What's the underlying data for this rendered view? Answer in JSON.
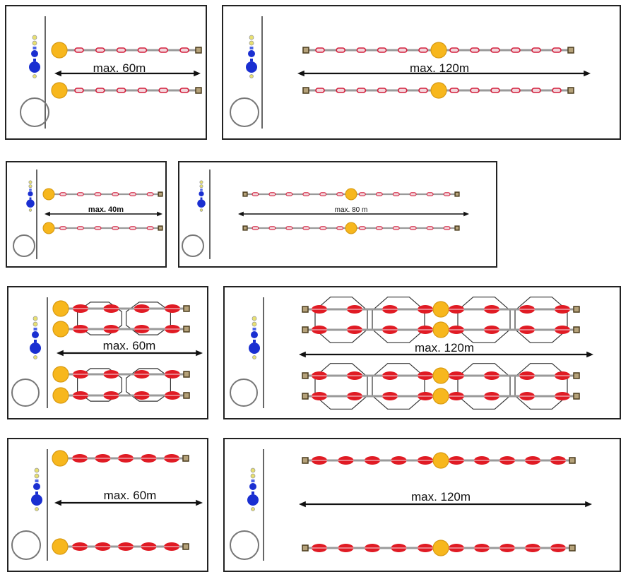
{
  "colors": {
    "border": "#222222",
    "pole": "#666666",
    "rope": "#9a9a9a",
    "float_outline": "#d21f3c",
    "float_solid": "#e01b24",
    "buoy_fill": "#f7b71d",
    "buoy_stroke": "#d89a12",
    "anchor_fill": "#b5a27a",
    "anchor_stroke": "#4a3b1c",
    "gate_blue": "#1a2fd1",
    "gate_yellow": "#e8e070",
    "spool": "#777777",
    "arrow": "#111111"
  },
  "labels": {
    "row1_left": "max. 60m",
    "row1_right": "max. 120m",
    "row2_left": "max. 40m",
    "row2_right": "max. 80 m",
    "row3_left": "max. 60m",
    "row3_right": "max. 120m",
    "row4_left": "max. 60m",
    "row4_right": "max. 120m"
  },
  "panels": [
    {
      "id": "row1-left",
      "float_style": "outline",
      "lanes": 2,
      "buoy": "start",
      "floats": 6,
      "nets": false
    },
    {
      "id": "row1-right",
      "float_style": "outline",
      "lanes": 2,
      "buoy": "center",
      "floats": 12,
      "nets": false
    },
    {
      "id": "row2-left",
      "float_style": "outline",
      "lanes": 2,
      "buoy": "start",
      "floats": 6,
      "nets": false
    },
    {
      "id": "row2-right",
      "float_style": "outline",
      "lanes": 2,
      "buoy": "center",
      "floats": 12,
      "nets": false
    },
    {
      "id": "row3-left",
      "float_style": "solid",
      "lanes": 4,
      "buoy": "start",
      "floats": 4,
      "nets": true
    },
    {
      "id": "row3-right",
      "float_style": "solid",
      "lanes": 4,
      "buoy": "center",
      "floats": 8,
      "nets": true
    },
    {
      "id": "row4-left",
      "float_style": "solid",
      "lanes": 2,
      "buoy": "start",
      "floats": 5,
      "nets": false
    },
    {
      "id": "row4-right",
      "float_style": "solid",
      "lanes": 2,
      "buoy": "center",
      "floats": 10,
      "nets": false
    }
  ]
}
